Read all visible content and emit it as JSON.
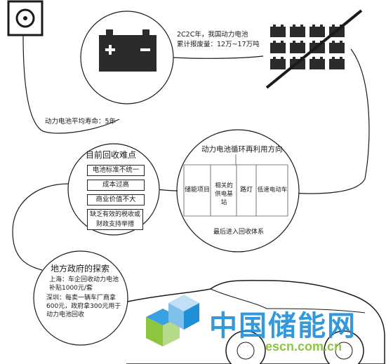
{
  "battery_info": {
    "line1": "2C2C年，我国动力电池",
    "line2": "累计报废量：12万~17万吨"
  },
  "avg_life": "动力电池平均寿命：5年",
  "recycling_difficulties": {
    "title": "目前回收难点",
    "items": [
      "电池标准不统一",
      "成本过高",
      "商业价值不大",
      "缺乏有效的税收或财政支持举措"
    ]
  },
  "recycling_direction": {
    "title": "动力电池循环再利用方向",
    "items": [
      "储能项目",
      "相关的供电基站",
      "路灯",
      "低速电动车"
    ],
    "final": "最后进入回收体系"
  },
  "local_gov": {
    "title": "地方政府的探索",
    "shanghai_line1": "上海：车企回收动力电池",
    "shanghai_line2": "补贴1000元/套",
    "shenzhen_line1": "深圳：每卖一辆车厂商拿",
    "shenzhen_line2": "600元，政府拿300元用于",
    "shenzhen_line3": "动力电池回收"
  },
  "watermark": {
    "cn": "中国储能网",
    "url": "escn.com.cn"
  },
  "colors": {
    "line": "#1a1a1a",
    "battery": "#2b2b2b",
    "watermark_blue": "#1f8fd6",
    "watermark_green": "#8cc63f",
    "watermark_gray": "#c8c8c8"
  }
}
